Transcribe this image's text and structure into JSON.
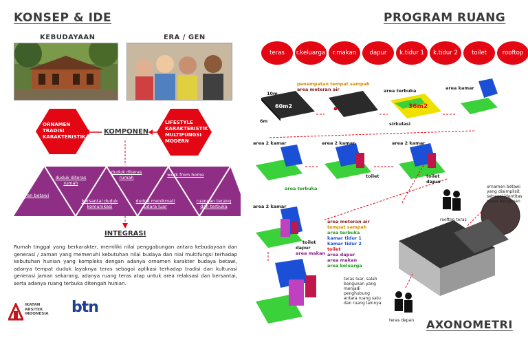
{
  "left": {
    "title": "KONSEP & IDE",
    "photo1_caption": "KEBUDAYAAN",
    "photo2_caption": "ERA / GEN",
    "hex_left_items": [
      "ORNAMEN",
      "TRADISI",
      "KARAKTERISTIK"
    ],
    "hex_right_items": [
      "LIFESTYLE",
      "KARAKTERISTIK",
      "MULTIFUNGSI",
      "MODERN"
    ],
    "komponen": "KOMPONEN",
    "triangles": [
      "ukiran betawi",
      "duduk diteras rumah",
      "bersantai duduk komunikasi",
      "duduk diteras rumah",
      "duduk menikmati udara luar",
      "work from home",
      "ruangan terang dan terbuka"
    ],
    "integrasi": "INTEGRASI",
    "description": "Rumah tinggal yang berkarakter, memiliki nilai penggabungan antara kebudayaan dan generasi / zaman yang memenuhi kebutuhan nilai budaya dan niai multifungsi terhadap kebutuhan hunian yang kompleks dengan adanya ornamen karakter budaya betawi, adanya tempat duduk layaknya teras sebagai aplikasi terhadap tradisi dan kulturasi generasi jaman sekarang, adanya ruang teras atap untuk area relaksasi dan bersantai, serta adanya ruang terbuka ditengah hunian.",
    "logo1_lines": [
      "IKATAN",
      "ARSITEK",
      "INDONESIA"
    ],
    "logo2": "btn"
  },
  "right": {
    "title": "PROGRAM RUANG",
    "rooms": [
      "teras",
      "r.keluarga",
      "r.makan",
      "dapur",
      "k.tidur 1",
      "k.tidur 2",
      "toilet",
      "rooftop"
    ],
    "dim_10m": "10m",
    "dim_6m": "6m",
    "area_60": "60m2",
    "area_36": "36m2",
    "lbl_sampah": "penempatan tempat sampah",
    "lbl_meteran": "area meteran air",
    "lbl_terbuka": "area terbuka",
    "lbl_sirkulasi": "sirkulasi",
    "lbl_kamar": "area kamar",
    "lbl_2kamar": "area 2 kamar",
    "lbl_toilet": "toilet",
    "lbl_dapur": "dapur",
    "lbl_makan": "area makan",
    "legend": [
      {
        "text": "area meteran air",
        "color": "#8a1a1a"
      },
      {
        "text": "tempat sampah",
        "color": "#d08a00"
      },
      {
        "text": "area terbuka",
        "color": "#1a9a1a"
      },
      {
        "text": "kamar tidur 1",
        "color": "#1a4fd6"
      },
      {
        "text": "kamar tidur 2",
        "color": "#1a4fd6"
      },
      {
        "text": "toilet",
        "color": "#e30613"
      },
      {
        "text": "area dapur",
        "color": "#8a1a8a"
      },
      {
        "text": "area makan",
        "color": "#8a1a8a"
      },
      {
        "text": "area keluarga",
        "color": "#1a9a1a"
      }
    ],
    "axonometri": "AXONOMETRI",
    "note_ornamen": "ornamen betawi yang diaimplisit sebagai identitas muka bangunan",
    "note_teras": "teras luar, salah bangunan yang menjadi penghubung antara ruang satu dan ruang lainnya",
    "note_rooftop": "rooftop teras",
    "note_depan": "teras depan"
  }
}
